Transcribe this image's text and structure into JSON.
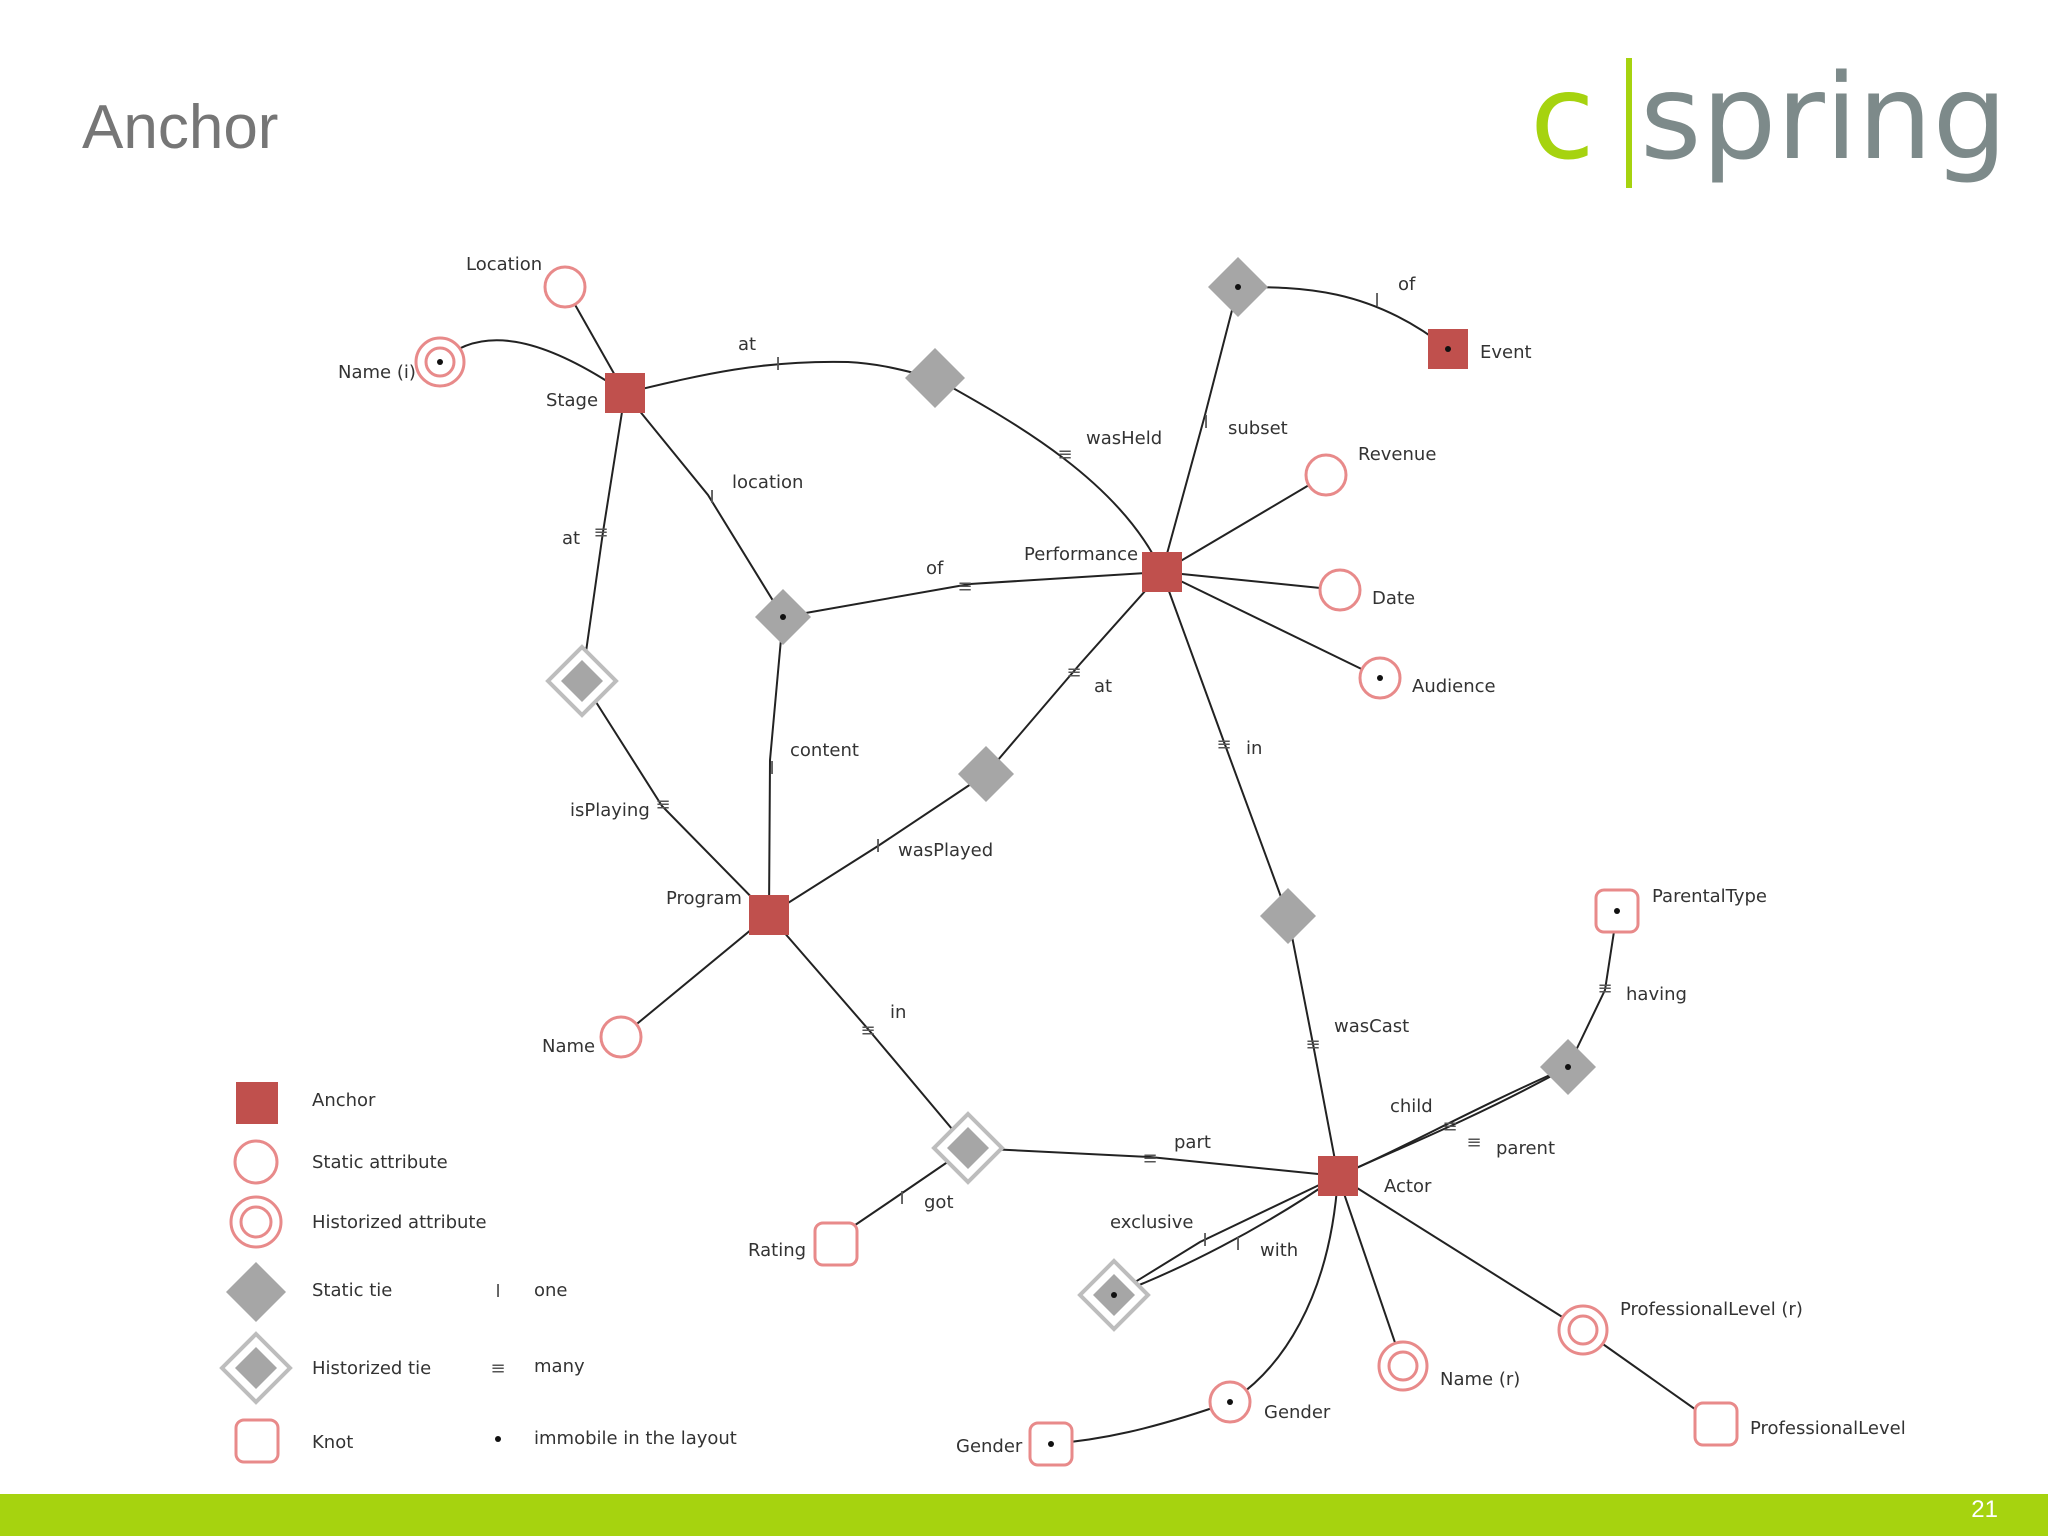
{
  "slide": {
    "title": "Anchor",
    "page_number": "21"
  },
  "logo": {
    "left": "c",
    "right": "spring",
    "colors": {
      "c": "#a6d30f",
      "bar": "#a6d30f",
      "spring": "#7d8a8a"
    }
  },
  "colors": {
    "anchor": "#c0504d",
    "attribute_stroke": "#e88a8a",
    "tie": "#a6a6a6",
    "footer": "#a6d30f"
  },
  "nodes": {
    "stage": "Stage",
    "performance": "Performance",
    "program": "Program",
    "actor": "Actor",
    "event": "Event",
    "location": "Location",
    "stage_name": "Name (i)",
    "revenue": "Revenue",
    "date": "Date",
    "audience": "Audience",
    "program_name": "Name",
    "rating": "Rating",
    "parental_type": "ParentalType",
    "prof_level_r": "ProfessionalLevel (r)",
    "prof_level": "ProfessionalLevel",
    "actor_name": "Name (r)",
    "gender_attr": "Gender",
    "gender_knot": "Gender"
  },
  "roles": {
    "at1": "at",
    "was_held": "wasHeld",
    "location": "location",
    "at2": "at",
    "of1": "of",
    "subset": "subset",
    "of2": "of",
    "at3": "at",
    "content": "content",
    "is_playing": "isPlaying",
    "was_played": "wasPlayed",
    "in1": "in",
    "was_cast": "wasCast",
    "in2": "in",
    "having": "having",
    "child": "child",
    "parent": "parent",
    "part": "part",
    "got": "got",
    "exclusive": "exclusive",
    "with": "with"
  },
  "legend": {
    "anchor": "Anchor",
    "static_attribute": "Static attribute",
    "historized_attribute": "Historized attribute",
    "static_tie": "Static tie",
    "historized_tie": "Historized tie",
    "knot": "Knot",
    "one": "one",
    "many": "many",
    "immobile": "immobile in the layout",
    "one_glyph": "I",
    "many_glyph": "≡"
  }
}
